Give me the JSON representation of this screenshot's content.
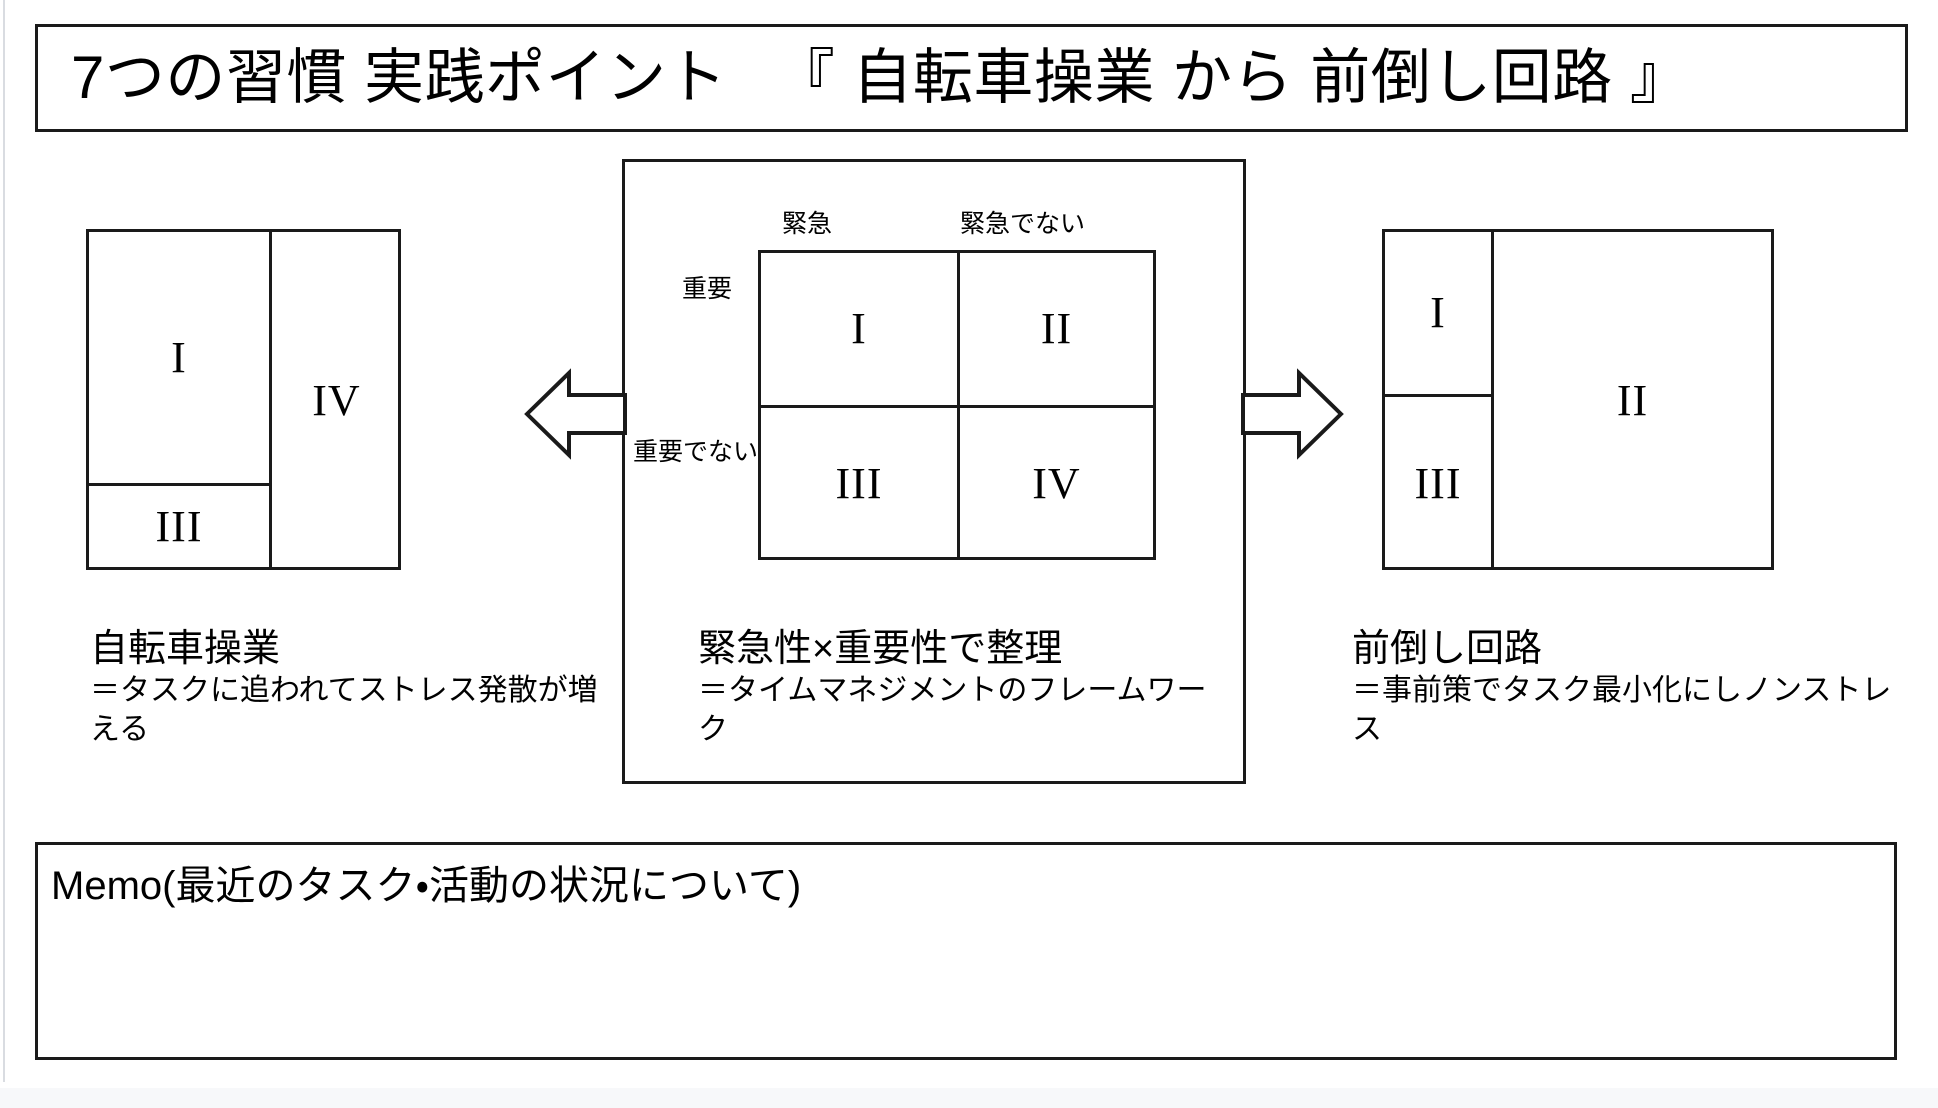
{
  "title": {
    "text": "7つの習慣 実践ポイント 　『 自転車操業 から 前倒し回路 』"
  },
  "center_panel": {
    "axis": {
      "col_urgent": "緊急",
      "col_not_urgent": "緊急でない",
      "row_important": "重要",
      "row_not_important": "重要でない"
    },
    "quadrants": {
      "q1": "I",
      "q2": "II",
      "q3": "III",
      "q4": "IV"
    },
    "caption": {
      "head": "緊急性×重要性で整理",
      "body": "＝タイムマネジメントのフレームワーク"
    }
  },
  "left_diagram": {
    "cells": {
      "q1": "I",
      "q3": "III",
      "q4": "IV"
    },
    "caption": {
      "head": "自転車操業",
      "body": "＝タスクに追われてストレス発散が増える"
    }
  },
  "right_diagram": {
    "cells": {
      "q1": "I",
      "q3": "III",
      "q2": "II"
    },
    "caption": {
      "head": "前倒し回路",
      "body": "＝事前策でタスク最小化にしノンストレス"
    }
  },
  "arrows": {
    "left_arrow_icon": "arrow-left-block-icon",
    "right_arrow_icon": "arrow-right-block-icon"
  },
  "memo": {
    "label": "Memo(最近のタスク・活動の状況について)",
    "value": ""
  },
  "colors": {
    "ink": "#1a1a1a",
    "paper": "#ffffff",
    "strip": "#f7f8fa",
    "rule": "#d9dce1"
  }
}
